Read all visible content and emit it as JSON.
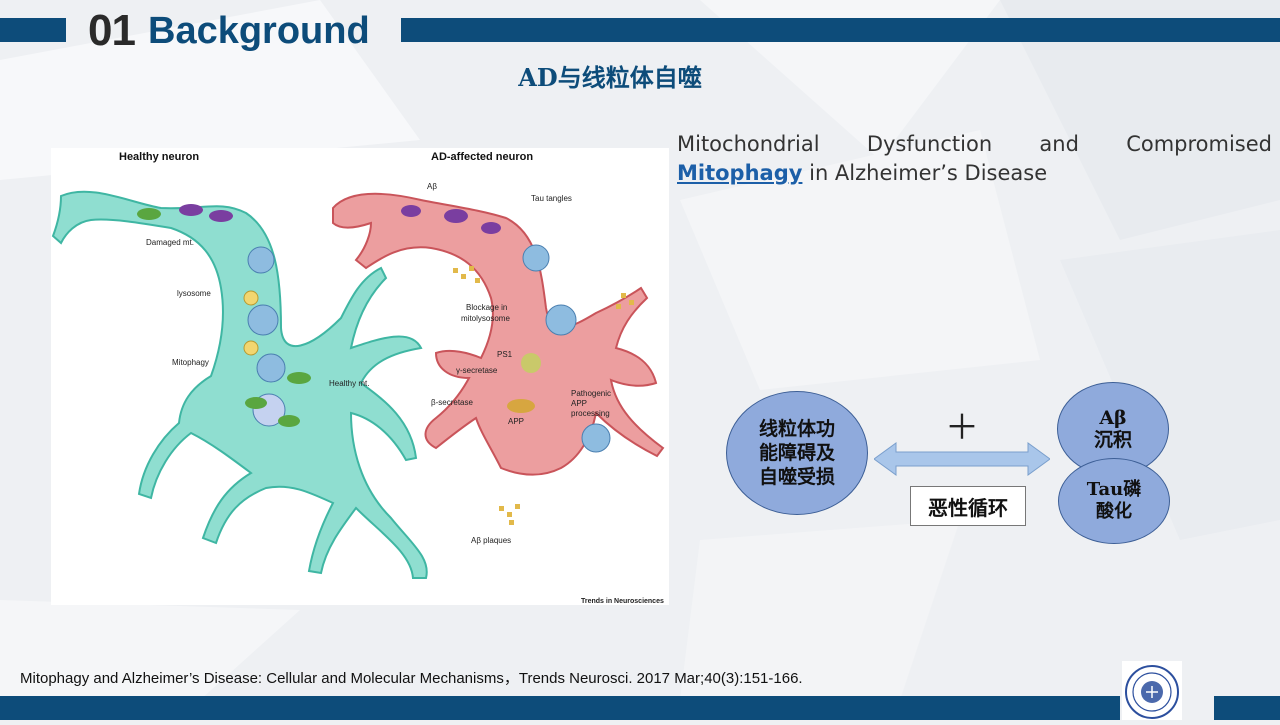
{
  "header": {
    "section_number": "01",
    "section_title": "Background"
  },
  "slide": {
    "subtitle": "AD与线粒体自噬",
    "description_before": "Mitochondrial Dysfunction and Compromised ",
    "description_link": "Mitophagy",
    "description_after": " in Alzheimer’s Disease"
  },
  "figure": {
    "healthy_title": "Healthy neuron",
    "ad_title": "AD-affected neuron",
    "labels": {
      "damaged_mt": "Damaged mt.",
      "lysosome": "lysosome",
      "mitophagy": "Mitophagy",
      "healthy_mt": "Healthy mt.",
      "abeta": "Aβ",
      "tau_tangles": "Tau tangles",
      "blockage_line1": "Blockage in",
      "blockage_line2": "mitolysosome",
      "ps1": "PS1",
      "gamma_secretase": "γ-secretase",
      "beta_secretase": "β-secretase",
      "app": "APP",
      "pathogenic_line1": "Pathogenic",
      "pathogenic_line2": "APP",
      "pathogenic_line3": "processing",
      "abeta_plaques": "Aβ plaques",
      "journal": "Trends in Neurosciences"
    }
  },
  "diagram": {
    "left_circle_lines": [
      "线粒体功",
      "能障碍及",
      "自噬受损"
    ],
    "plus": "＋",
    "top_right_lines": [
      "Aβ",
      "沉积"
    ],
    "bottom_right_lines": [
      "Tau磷",
      "酸化"
    ],
    "cycle_label": "恶性循环"
  },
  "citation": "Mitophagy and Alzheimer’s Disease: Cellular and Molecular Mechanisms，Trends Neurosci. 2017 Mar;40(3):151-166.",
  "colors": {
    "brand_blue": "#0d4c7a",
    "circle_fill": "#8faadc",
    "arrow_fill": "#a9c6ea",
    "healthy_neuron": "#7fd8c8",
    "ad_neuron": "#e58d8f"
  }
}
